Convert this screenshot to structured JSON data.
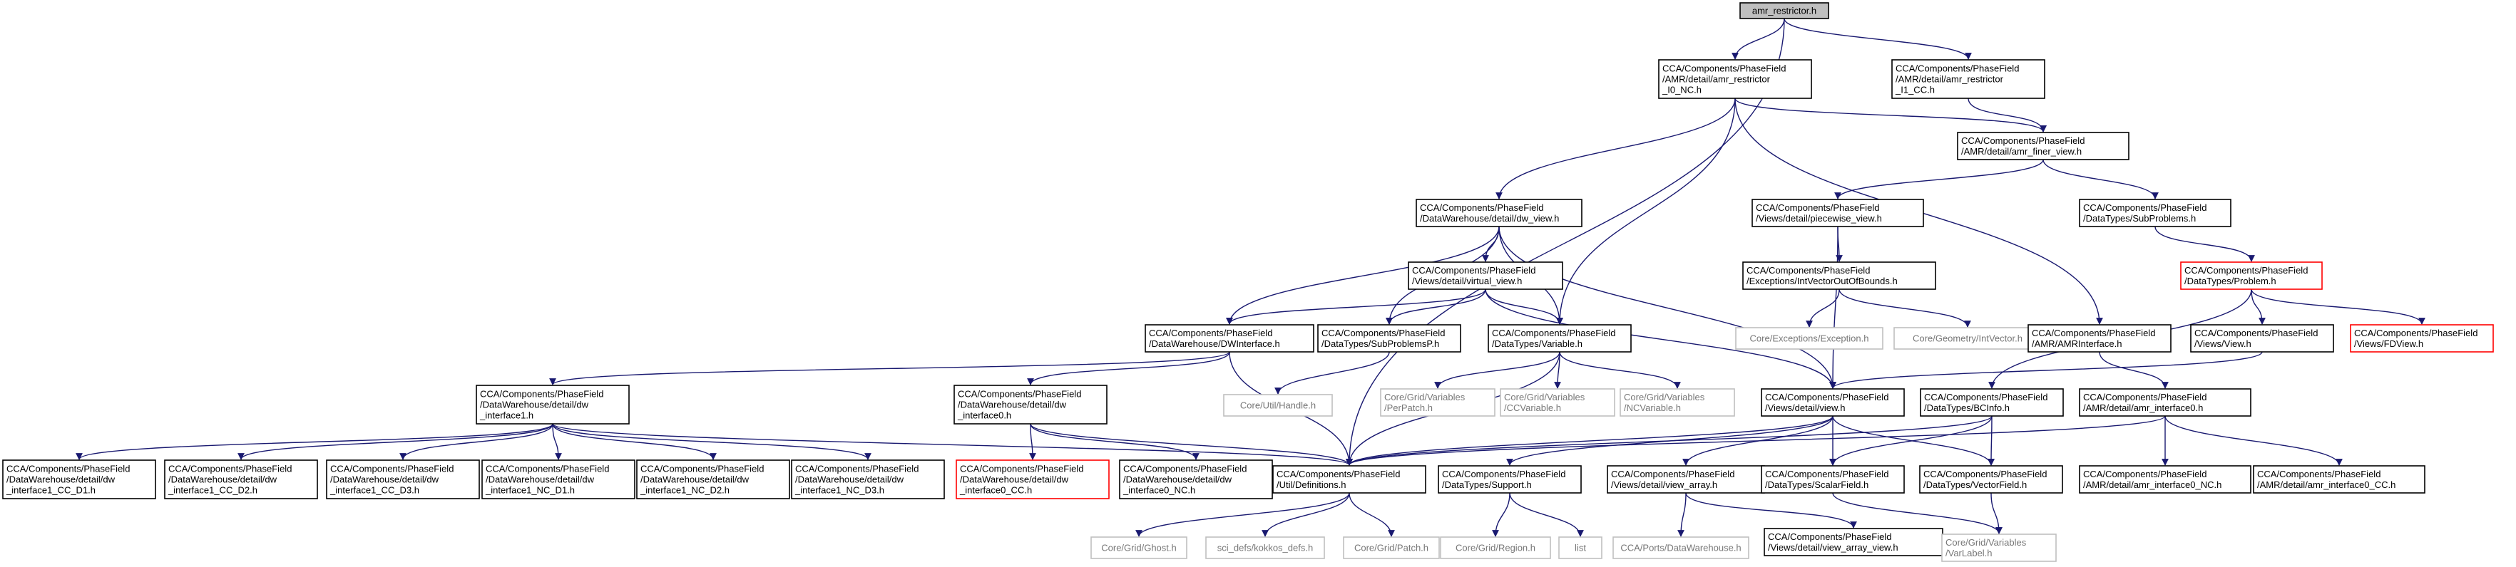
{
  "colors": {
    "edge": "#191970",
    "text": "#000000",
    "text_muted": "#777777",
    "border_normal": "#000000",
    "border_missing": "#bfbfbf",
    "border_truncated": "#ff0000",
    "root_fill": "#bfbfbf",
    "fill": "#ffffff"
  },
  "nodes": [
    {
      "id": "root",
      "lines": [
        "amr_restrictor.h"
      ],
      "style": "root"
    },
    {
      "id": "restr_i0",
      "lines": [
        "CCA/Components/PhaseField",
        "/AMR/detail/amr_restrictor",
        "_I0_NC.h"
      ],
      "style": "normal"
    },
    {
      "id": "restr_i1",
      "lines": [
        "CCA/Components/PhaseField",
        "/AMR/detail/amr_restrictor",
        "_I1_CC.h"
      ],
      "style": "normal"
    },
    {
      "id": "finer_view",
      "lines": [
        "CCA/Components/PhaseField",
        "/AMR/detail/amr_finer_view.h"
      ],
      "style": "normal"
    },
    {
      "id": "dw_view",
      "lines": [
        "CCA/Components/PhaseField",
        "/DataWarehouse/detail/dw_view.h"
      ],
      "style": "normal"
    },
    {
      "id": "piecewise_view",
      "lines": [
        "CCA/Components/PhaseField",
        "/Views/detail/piecewise_view.h"
      ],
      "style": "normal"
    },
    {
      "id": "subproblems",
      "lines": [
        "CCA/Components/PhaseField",
        "/DataTypes/SubProblems.h"
      ],
      "style": "normal"
    },
    {
      "id": "problem",
      "lines": [
        "CCA/Components/PhaseField",
        "/DataTypes/Problem.h"
      ],
      "style": "truncated"
    },
    {
      "id": "virtual_view",
      "lines": [
        "CCA/Components/PhaseField",
        "/Views/detail/virtual_view.h"
      ],
      "style": "normal"
    },
    {
      "id": "intvec_oob",
      "lines": [
        "CCA/Components/PhaseField",
        "/Exceptions/IntVectorOutOfBounds.h"
      ],
      "style": "normal"
    },
    {
      "id": "dwinterface",
      "lines": [
        "CCA/Components/PhaseField",
        "/DataWarehouse/DWInterface.h"
      ],
      "style": "normal"
    },
    {
      "id": "subproblemsp",
      "lines": [
        "CCA/Components/PhaseField",
        "/DataTypes/SubProblemsP.h"
      ],
      "style": "normal"
    },
    {
      "id": "variable",
      "lines": [
        "CCA/Components/PhaseField",
        "/DataTypes/Variable.h"
      ],
      "style": "normal"
    },
    {
      "id": "exception",
      "lines": [
        "Core/Exceptions/Exception.h"
      ],
      "style": "missing"
    },
    {
      "id": "intvector",
      "lines": [
        "Core/Geometry/IntVector.h"
      ],
      "style": "missing"
    },
    {
      "id": "amrinterface",
      "lines": [
        "CCA/Components/PhaseField",
        "/AMR/AMRInterface.h"
      ],
      "style": "normal"
    },
    {
      "id": "views_view",
      "lines": [
        "CCA/Components/PhaseField",
        "/Views/View.h"
      ],
      "style": "normal"
    },
    {
      "id": "fdview",
      "lines": [
        "CCA/Components/PhaseField",
        "/Views/FDView.h"
      ],
      "style": "truncated"
    },
    {
      "id": "handle",
      "lines": [
        "Core/Util/Handle.h"
      ],
      "style": "missing"
    },
    {
      "id": "perpatch",
      "lines": [
        "Core/Grid/Variables",
        "/PerPatch.h"
      ],
      "style": "missing"
    },
    {
      "id": "ccvariable",
      "lines": [
        "Core/Grid/Variables",
        "/CCVariable.h"
      ],
      "style": "missing"
    },
    {
      "id": "ncvariable",
      "lines": [
        "Core/Grid/Variables",
        "/NCVariable.h"
      ],
      "style": "missing"
    },
    {
      "id": "dw_interface1",
      "lines": [
        "CCA/Components/PhaseField",
        "/DataWarehouse/detail/dw",
        "_interface1.h"
      ],
      "style": "normal"
    },
    {
      "id": "dw_interface0",
      "lines": [
        "CCA/Components/PhaseField",
        "/DataWarehouse/detail/dw",
        "_interface0.h"
      ],
      "style": "normal"
    },
    {
      "id": "detail_view",
      "lines": [
        "CCA/Components/PhaseField",
        "/Views/detail/view.h"
      ],
      "style": "normal"
    },
    {
      "id": "bcinfo",
      "lines": [
        "CCA/Components/PhaseField",
        "/DataTypes/BCInfo.h"
      ],
      "style": "normal"
    },
    {
      "id": "amr_interface0",
      "lines": [
        "CCA/Components/PhaseField",
        "/AMR/detail/amr_interface0.h"
      ],
      "style": "normal"
    },
    {
      "id": "i1_cc_d1",
      "lines": [
        "CCA/Components/PhaseField",
        "/DataWarehouse/detail/dw",
        "_interface1_CC_D1.h"
      ],
      "style": "normal"
    },
    {
      "id": "i1_cc_d2",
      "lines": [
        "CCA/Components/PhaseField",
        "/DataWarehouse/detail/dw",
        "_interface1_CC_D2.h"
      ],
      "style": "normal"
    },
    {
      "id": "i1_cc_d3",
      "lines": [
        "CCA/Components/PhaseField",
        "/DataWarehouse/detail/dw",
        "_interface1_CC_D3.h"
      ],
      "style": "normal"
    },
    {
      "id": "i1_nc_d1",
      "lines": [
        "CCA/Components/PhaseField",
        "/DataWarehouse/detail/dw",
        "_interface1_NC_D1.h"
      ],
      "style": "normal"
    },
    {
      "id": "i1_nc_d2",
      "lines": [
        "CCA/Components/PhaseField",
        "/DataWarehouse/detail/dw",
        "_interface1_NC_D2.h"
      ],
      "style": "normal"
    },
    {
      "id": "i1_nc_d3",
      "lines": [
        "CCA/Components/PhaseField",
        "/DataWarehouse/detail/dw",
        "_interface1_NC_D3.h"
      ],
      "style": "normal"
    },
    {
      "id": "i0_cc",
      "lines": [
        "CCA/Components/PhaseField",
        "/DataWarehouse/detail/dw",
        "_interface0_CC.h"
      ],
      "style": "truncated"
    },
    {
      "id": "i0_nc",
      "lines": [
        "CCA/Components/PhaseField",
        "/DataWarehouse/detail/dw",
        "_interface0_NC.h"
      ],
      "style": "normal"
    },
    {
      "id": "definitions",
      "lines": [
        "CCA/Components/PhaseField",
        "/Util/Definitions.h"
      ],
      "style": "normal"
    },
    {
      "id": "support",
      "lines": [
        "CCA/Components/PhaseField",
        "/DataTypes/Support.h"
      ],
      "style": "normal"
    },
    {
      "id": "view_array",
      "lines": [
        "CCA/Components/PhaseField",
        "/Views/detail/view_array.h"
      ],
      "style": "normal"
    },
    {
      "id": "scalarfield",
      "lines": [
        "CCA/Components/PhaseField",
        "/DataTypes/ScalarField.h"
      ],
      "style": "normal"
    },
    {
      "id": "vectorfield",
      "lines": [
        "CCA/Components/PhaseField",
        "/DataTypes/VectorField.h"
      ],
      "style": "normal"
    },
    {
      "id": "amr_i0_nc",
      "lines": [
        "CCA/Components/PhaseField",
        "/AMR/detail/amr_interface0_NC.h"
      ],
      "style": "normal"
    },
    {
      "id": "amr_i0_cc",
      "lines": [
        "CCA/Components/PhaseField",
        "/AMR/detail/amr_interface0_CC.h"
      ],
      "style": "normal"
    },
    {
      "id": "ghost",
      "lines": [
        "Core/Grid/Ghost.h"
      ],
      "style": "missing"
    },
    {
      "id": "kokkos",
      "lines": [
        "sci_defs/kokkos_defs.h"
      ],
      "style": "missing"
    },
    {
      "id": "patch",
      "lines": [
        "Core/Grid/Patch.h"
      ],
      "style": "missing"
    },
    {
      "id": "region",
      "lines": [
        "Core/Grid/Region.h"
      ],
      "style": "missing"
    },
    {
      "id": "list",
      "lines": [
        "list"
      ],
      "style": "missing"
    },
    {
      "id": "datawarehouse",
      "lines": [
        "CCA/Ports/DataWarehouse.h"
      ],
      "style": "missing"
    },
    {
      "id": "view_array_view",
      "lines": [
        "CCA/Components/PhaseField",
        "/Views/detail/view_array_view.h"
      ],
      "style": "normal"
    },
    {
      "id": "varlabel",
      "lines": [
        "Core/Grid/Variables",
        "/VarLabel.h"
      ],
      "style": "missing"
    }
  ],
  "edges": [
    [
      "root",
      "restr_i0"
    ],
    [
      "root",
      "restr_i1"
    ],
    [
      "root",
      "definitions"
    ],
    [
      "restr_i0",
      "finer_view"
    ],
    [
      "restr_i0",
      "dw_view"
    ],
    [
      "restr_i0",
      "variable"
    ],
    [
      "restr_i0",
      "amrinterface"
    ],
    [
      "restr_i1",
      "finer_view"
    ],
    [
      "finer_view",
      "piecewise_view"
    ],
    [
      "finer_view",
      "subproblems"
    ],
    [
      "subproblems",
      "problem"
    ],
    [
      "problem",
      "views_view"
    ],
    [
      "problem",
      "fdview"
    ],
    [
      "problem",
      "bcinfo"
    ],
    [
      "dw_view",
      "virtual_view"
    ],
    [
      "dw_view",
      "dwinterface"
    ],
    [
      "dw_view",
      "subproblemsp"
    ],
    [
      "dw_view",
      "variable"
    ],
    [
      "dw_view",
      "detail_view"
    ],
    [
      "virtual_view",
      "dwinterface"
    ],
    [
      "virtual_view",
      "subproblemsp"
    ],
    [
      "virtual_view",
      "variable"
    ],
    [
      "virtual_view",
      "detail_view"
    ],
    [
      "piecewise_view",
      "intvec_oob"
    ],
    [
      "piecewise_view",
      "detail_view"
    ],
    [
      "intvec_oob",
      "exception"
    ],
    [
      "intvec_oob",
      "intvector"
    ],
    [
      "dwinterface",
      "dw_interface1"
    ],
    [
      "dwinterface",
      "dw_interface0"
    ],
    [
      "dwinterface",
      "definitions"
    ],
    [
      "subproblemsp",
      "handle"
    ],
    [
      "variable",
      "perpatch"
    ],
    [
      "variable",
      "ccvariable"
    ],
    [
      "variable",
      "ncvariable"
    ],
    [
      "variable",
      "definitions"
    ],
    [
      "amrinterface",
      "amr_interface0"
    ],
    [
      "views_view",
      "detail_view"
    ],
    [
      "dw_interface1",
      "i1_cc_d1"
    ],
    [
      "dw_interface1",
      "i1_cc_d2"
    ],
    [
      "dw_interface1",
      "i1_cc_d3"
    ],
    [
      "dw_interface1",
      "i1_nc_d1"
    ],
    [
      "dw_interface1",
      "i1_nc_d2"
    ],
    [
      "dw_interface1",
      "i1_nc_d3"
    ],
    [
      "dw_interface1",
      "definitions"
    ],
    [
      "dw_interface0",
      "i0_cc"
    ],
    [
      "dw_interface0",
      "i0_nc"
    ],
    [
      "dw_interface0",
      "definitions"
    ],
    [
      "detail_view",
      "definitions"
    ],
    [
      "detail_view",
      "support"
    ],
    [
      "detail_view",
      "view_array"
    ],
    [
      "detail_view",
      "scalarfield"
    ],
    [
      "detail_view",
      "vectorfield"
    ],
    [
      "bcinfo",
      "definitions"
    ],
    [
      "bcinfo",
      "scalarfield"
    ],
    [
      "bcinfo",
      "vectorfield"
    ],
    [
      "amr_interface0",
      "definitions"
    ],
    [
      "amr_interface0",
      "amr_i0_nc"
    ],
    [
      "amr_interface0",
      "amr_i0_cc"
    ],
    [
      "definitions",
      "ghost"
    ],
    [
      "definitions",
      "kokkos"
    ],
    [
      "definitions",
      "patch"
    ],
    [
      "support",
      "region"
    ],
    [
      "support",
      "list"
    ],
    [
      "view_array",
      "datawarehouse"
    ],
    [
      "view_array",
      "view_array_view"
    ],
    [
      "scalarfield",
      "varlabel"
    ],
    [
      "vectorfield",
      "varlabel"
    ]
  ]
}
